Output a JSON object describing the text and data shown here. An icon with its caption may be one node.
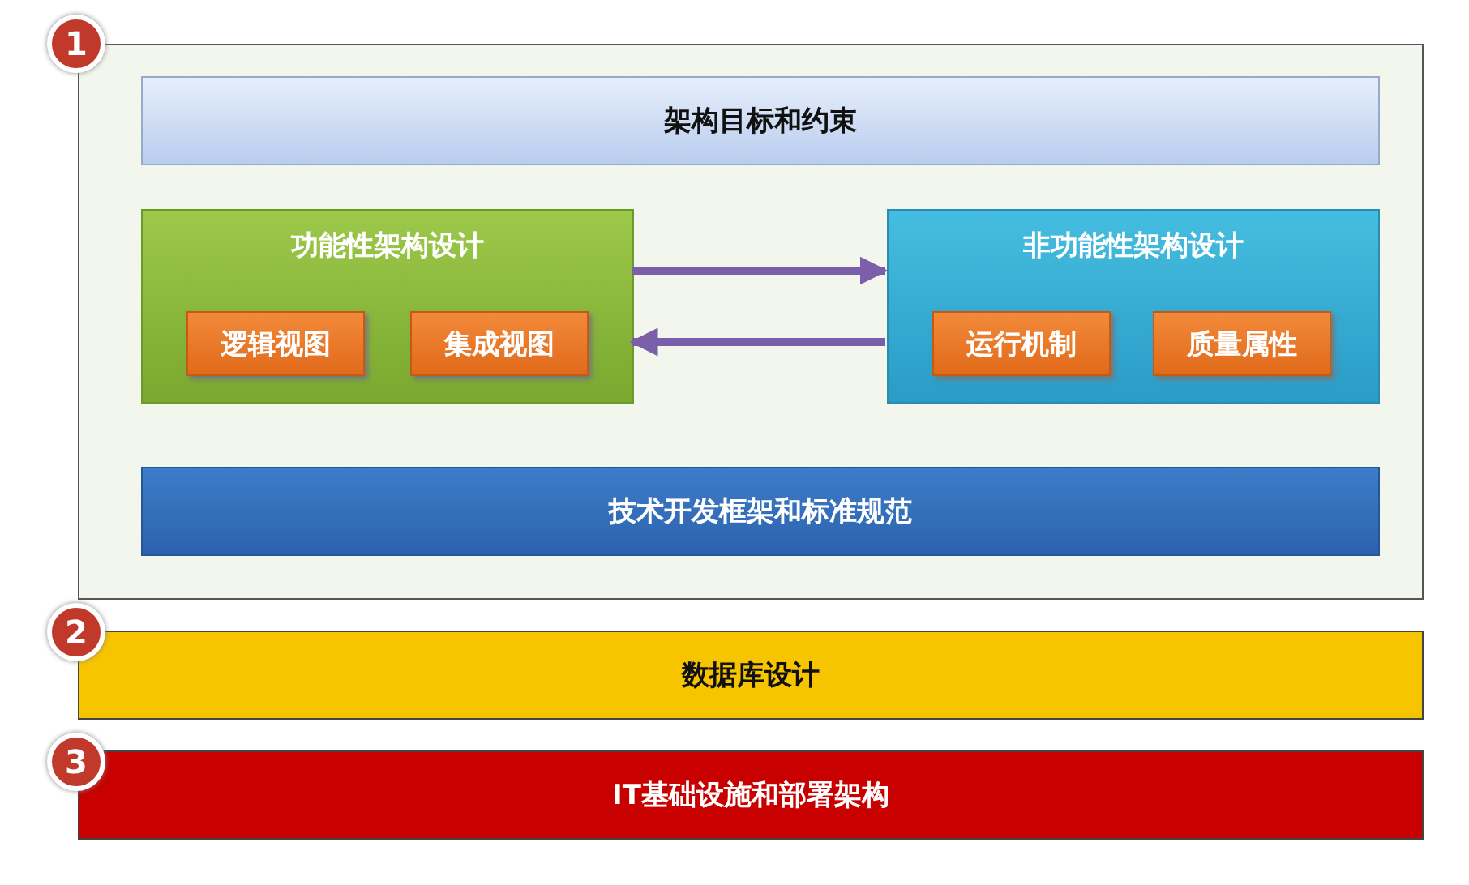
{
  "diagram": {
    "nodes": [
      {
        "text": [],
        "shape": "box"
      },
      {
        "text": [
          "1"
        ]
      },
      {
        "text": [
          "架构目标和约束"
        ],
        "in": 0
      },
      {
        "text": [
          "功能性架构设计"
        ],
        "in": 0
      },
      {
        "text": [
          "逻辑视图"
        ],
        "in": 3
      },
      {
        "text": [
          "集成视图"
        ],
        "in": 3
      },
      {
        "text": [
          "非功能性架构设计"
        ],
        "in": 0
      },
      {
        "text": [
          "运行机制"
        ],
        "in": 6
      },
      {
        "text": [
          "质量属性"
        ],
        "in": 6
      },
      {
        "text": [
          "技术开发框架和标准规范"
        ],
        "in": 0
      },
      {
        "text": [
          "2"
        ]
      },
      {
        "text": [
          "数据库设计"
        ]
      },
      {
        "text": [
          "3"
        ]
      },
      {
        "text": [
          "IT基础设施和部署架构"
        ]
      }
    ],
    "edges": [
      {
        "from": 3,
        "to": 6,
        "arrow": "to"
      },
      {
        "from": 6,
        "to": 3,
        "arrow": "to"
      }
    ]
  }
}
